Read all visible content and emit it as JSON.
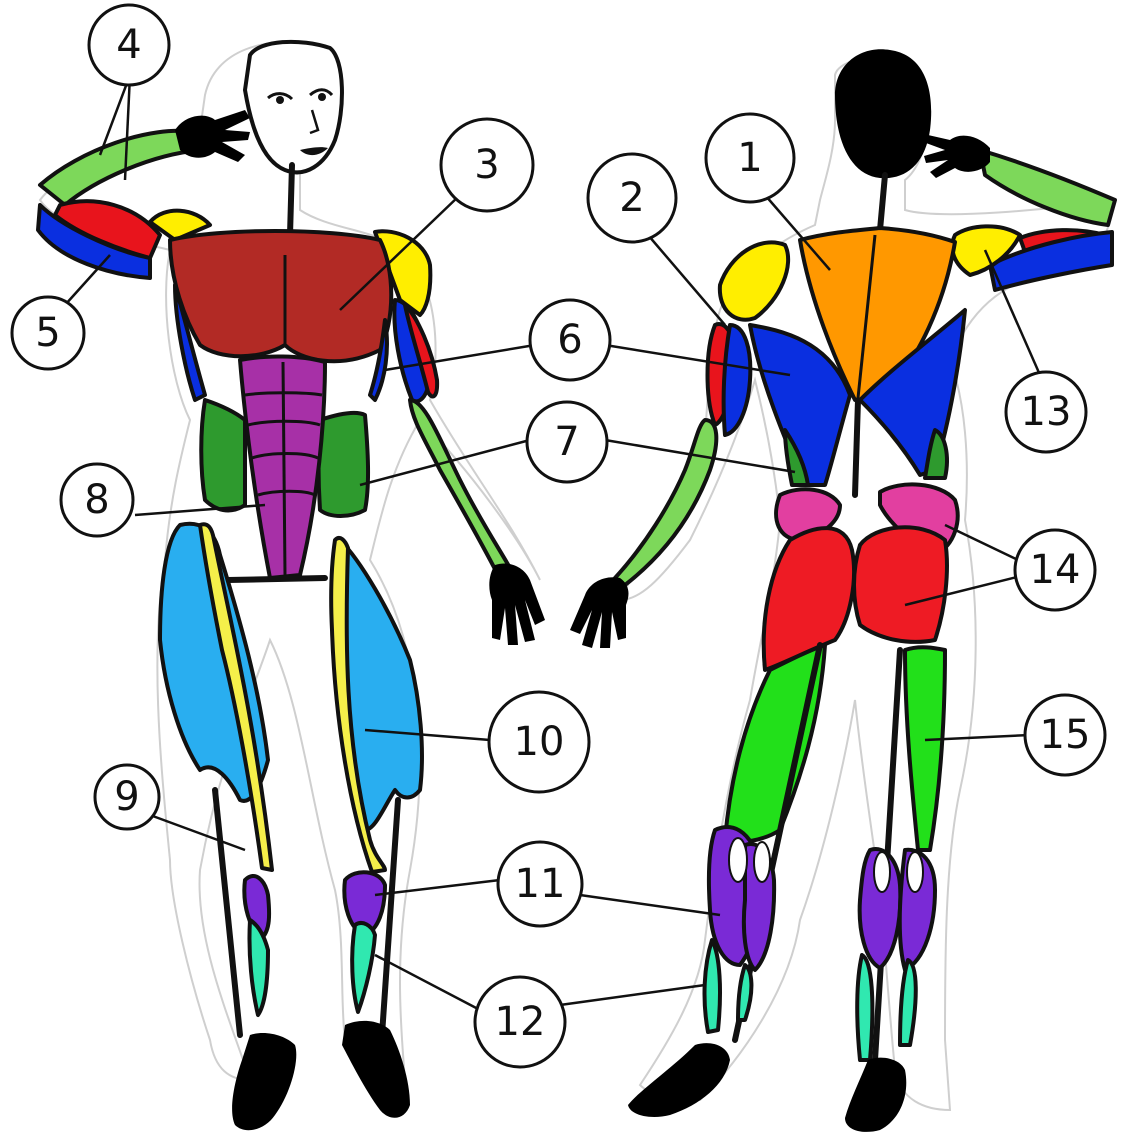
{
  "colors": {
    "trapezius": "#ff9800",
    "triceps": "#e8141c",
    "pectorals": "#b22a25",
    "forearm_extensors": "#7dd85a",
    "biceps": "#0a2fe0",
    "latissimus": "#0a2fe0",
    "obliques": "#2e9a2e",
    "abdominals": "#a730a7",
    "sartorius": "#f5ef4a",
    "quadriceps": "#29aef0",
    "gastrocnemius": "#7a2ad6",
    "soleus": "#30e8b0",
    "deltoid": "#ffee00",
    "gluteus": "#e23fa0",
    "gluteus_max": "#ee1b24",
    "hamstrings": "#22e01a",
    "skin_dark": "#000000"
  },
  "callouts": [
    {
      "id": "1",
      "label": "1"
    },
    {
      "id": "2",
      "label": "2"
    },
    {
      "id": "3",
      "label": "3"
    },
    {
      "id": "4",
      "label": "4"
    },
    {
      "id": "5",
      "label": "5"
    },
    {
      "id": "6",
      "label": "6"
    },
    {
      "id": "7",
      "label": "7"
    },
    {
      "id": "8",
      "label": "8"
    },
    {
      "id": "9",
      "label": "9"
    },
    {
      "id": "10",
      "label": "10"
    },
    {
      "id": "11",
      "label": "11"
    },
    {
      "id": "12",
      "label": "12"
    },
    {
      "id": "13",
      "label": "13"
    },
    {
      "id": "14",
      "label": "14"
    },
    {
      "id": "15",
      "label": "15"
    }
  ]
}
